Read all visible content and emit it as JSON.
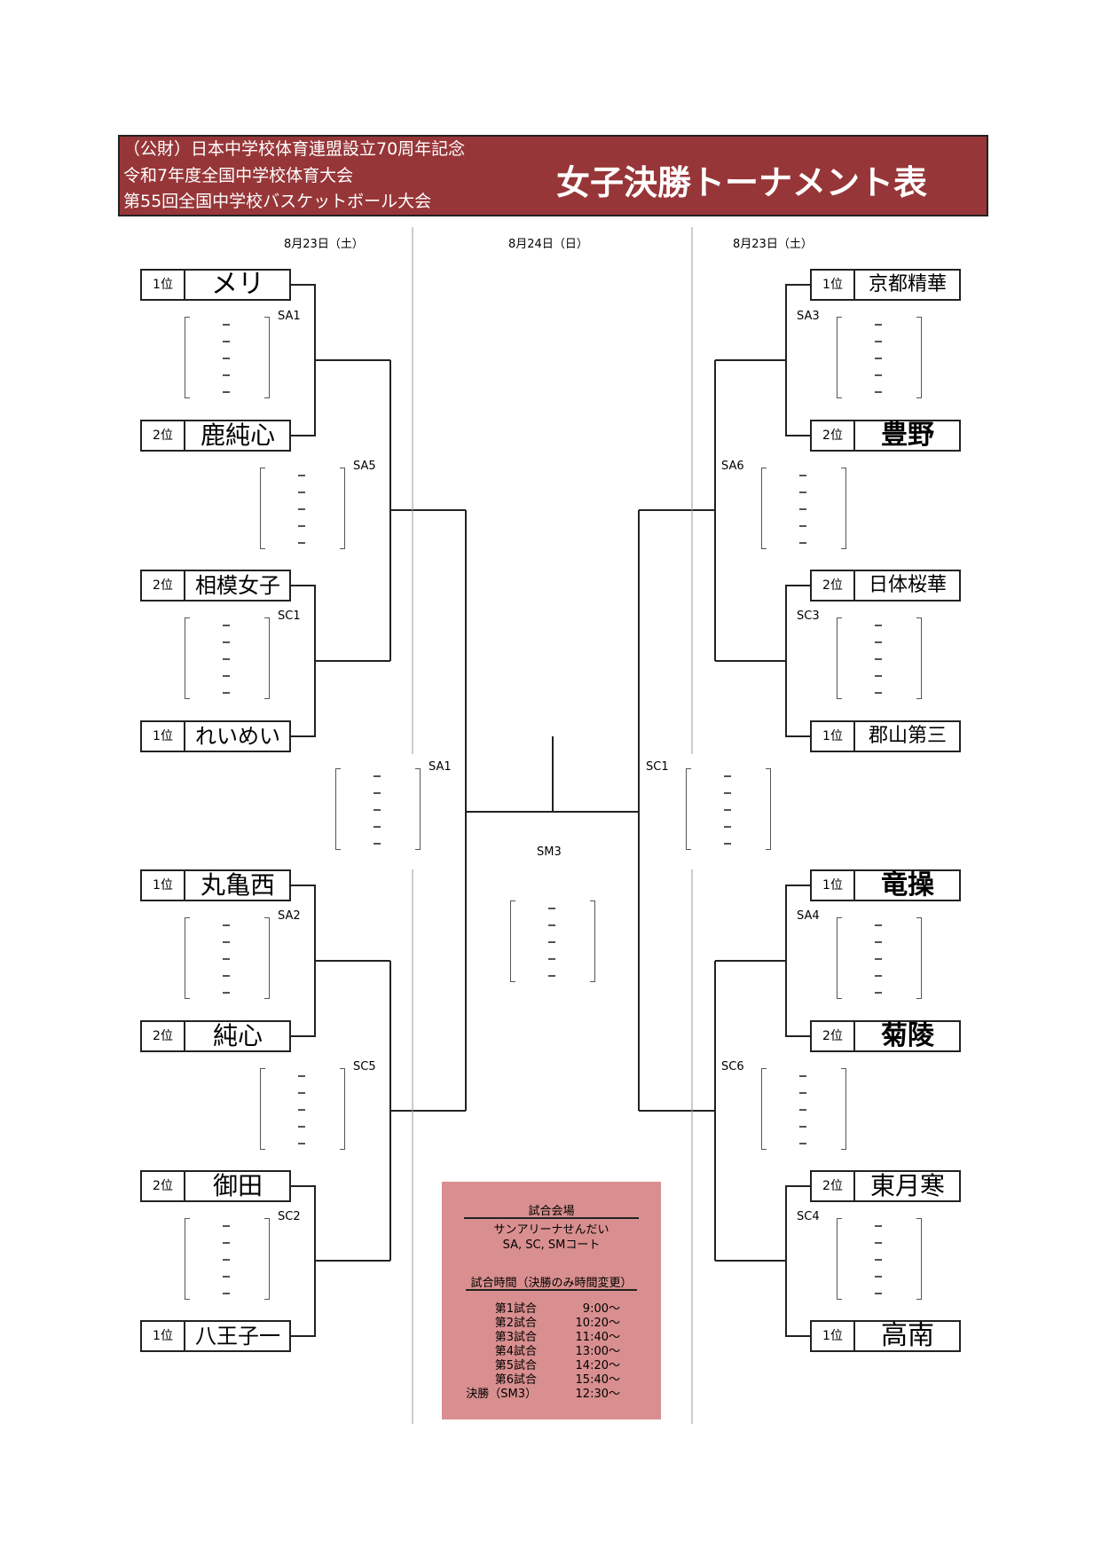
{
  "header": {
    "lines": [
      "（公財）日本中学校体育連盟設立70周年記念",
      "令和7年度全国中学校体育大会",
      "第55回全国中学校バスケットボール大会"
    ],
    "title": "女子決勝トーナメント表",
    "bg_color": "#973638"
  },
  "dates": {
    "left": "8月23日（土）",
    "center": "8月24日（日）",
    "right": "8月23日（土）"
  },
  "teams": {
    "left": [
      {
        "rank": "1位",
        "name": "メリ"
      },
      {
        "rank": "2位",
        "name": "鹿純心"
      },
      {
        "rank": "2位",
        "name": "相模女子"
      },
      {
        "rank": "1位",
        "name": "れいめい"
      },
      {
        "rank": "1位",
        "name": "丸亀西"
      },
      {
        "rank": "2位",
        "name": "純心"
      },
      {
        "rank": "2位",
        "name": "御田"
      },
      {
        "rank": "1位",
        "name": "八王子一"
      }
    ],
    "right": [
      {
        "rank": "1位",
        "name": "京都精華"
      },
      {
        "rank": "2位",
        "name": "豊野"
      },
      {
        "rank": "2位",
        "name": "日体桜華"
      },
      {
        "rank": "1位",
        "name": "郡山第三"
      },
      {
        "rank": "1位",
        "name": "竜操"
      },
      {
        "rank": "2位",
        "name": "菊陵"
      },
      {
        "rank": "2位",
        "name": "東月寒"
      },
      {
        "rank": "1位",
        "name": "高南"
      }
    ]
  },
  "games": {
    "left_r1": [
      "SA1",
      "SC1",
      "SA2",
      "SC2"
    ],
    "left_r2": [
      "SA5",
      "SC5"
    ],
    "left_sf": "SA1",
    "right_r1": [
      "SA3",
      "SC3",
      "SA4",
      "SC4"
    ],
    "right_r2": [
      "SA6",
      "SC6"
    ],
    "right_sf": "SC1",
    "final": "SM3"
  },
  "info": {
    "venue_label": "試合会場",
    "venue": "サンアリーナせんだい",
    "courts": "SA, SC, SMコート",
    "time_label": "試合時間（決勝のみ時間変更）",
    "schedule": [
      {
        "game": "第1試合",
        "time": "9:00〜"
      },
      {
        "game": "第2試合",
        "time": "10:20〜"
      },
      {
        "game": "第3試合",
        "time": "11:40〜"
      },
      {
        "game": "第4試合",
        "time": "13:00〜"
      },
      {
        "game": "第5試合",
        "time": "14:20〜"
      },
      {
        "game": "第6試合",
        "time": "15:40〜"
      },
      {
        "game": "決勝（SM3）",
        "time": "12:30〜"
      }
    ],
    "bg_color": "#d98f8f"
  }
}
